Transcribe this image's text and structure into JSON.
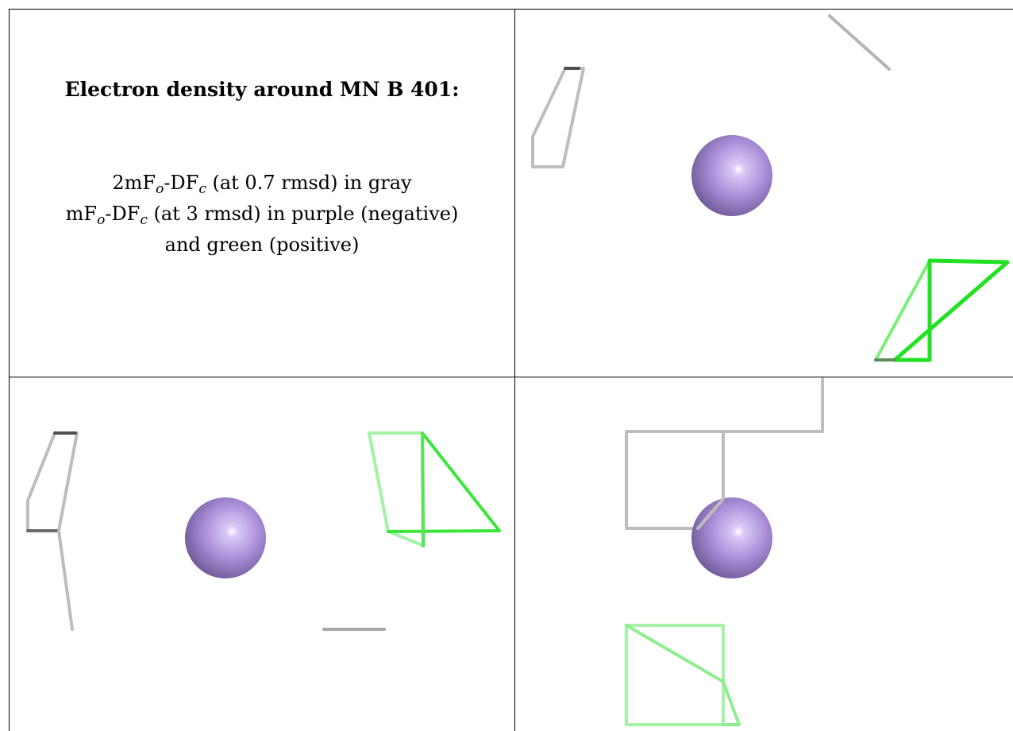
{
  "caption": {
    "title": "Electron density around MN B 401:",
    "line1": {
      "a": "2mF",
      "sub1": "o",
      "b": "-DF",
      "sub2": "c",
      "c": " (at 0.7 rmsd) in gray"
    },
    "line2": {
      "a": "mF",
      "sub1": "o",
      "b": "-DF",
      "sub2": "c",
      "c": " (at 3 rmsd) in purple (negative)"
    },
    "line3": "and green (positive)"
  },
  "colors": {
    "atom_sphere": "#a98ed8",
    "mesh_gray": "#b4b4b4",
    "mesh_gray_dark": "#5a5a5a",
    "mesh_green": "#33e833",
    "mesh_green_light": "#9ef29e"
  },
  "panels": [
    {
      "name": "view-top-right",
      "atom": "MN B 401"
    },
    {
      "name": "view-bottom-left",
      "atom": "MN B 401"
    },
    {
      "name": "view-bottom-right",
      "atom": "MN B 401"
    }
  ]
}
